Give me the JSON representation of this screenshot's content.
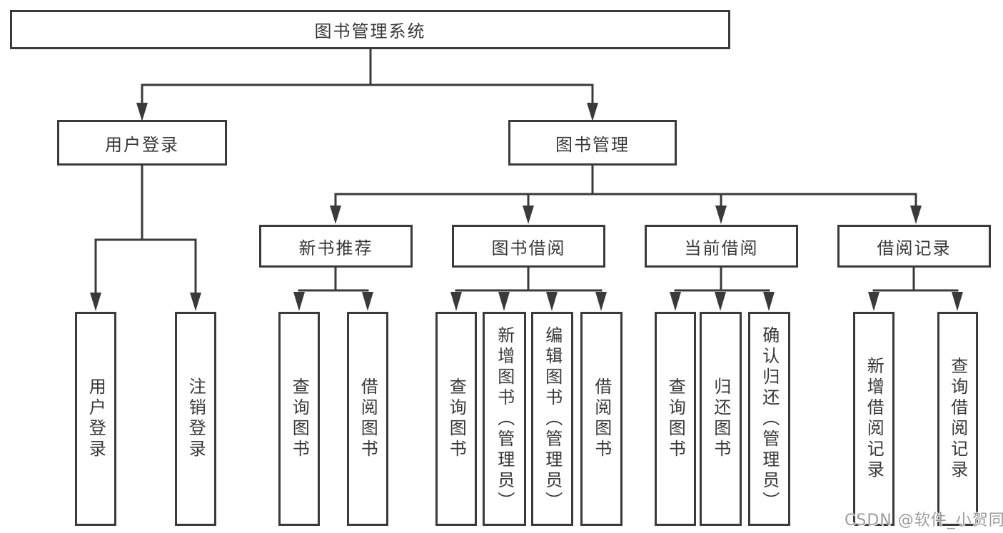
{
  "diagram_title": "图书管理系统",
  "nodes": {
    "root": "图书管理系统",
    "user_login": "用户登录",
    "book_mgmt": "图书管理",
    "new_books": "新书推荐",
    "book_borrow": "图书借阅",
    "current_borrow": "当前借阅",
    "borrow_records": "借阅记录",
    "leaf_user_login": "用户登录",
    "leaf_logout": "注销登录",
    "leaf_query_books_1": "查询图书",
    "leaf_borrow_books_1": "借阅图书",
    "leaf_query_books_2": "查询图书",
    "leaf_add_books": "新增图书（管理员）",
    "leaf_edit_books": "编辑图书（管理员）",
    "leaf_borrow_books_2": "借阅图书",
    "leaf_query_books_3": "查询图书",
    "leaf_return_books": "归还图书",
    "leaf_confirm_return": "确认归还（管理员）",
    "leaf_add_record": "新增借阅记录",
    "leaf_query_record": "查询借阅记录"
  },
  "colors": {
    "line": "#3a3a3a",
    "text": "#383838",
    "background": "#ffffff",
    "watermark": "#9c9c9c"
  },
  "watermark": "CSDN @软件_小贺同学"
}
